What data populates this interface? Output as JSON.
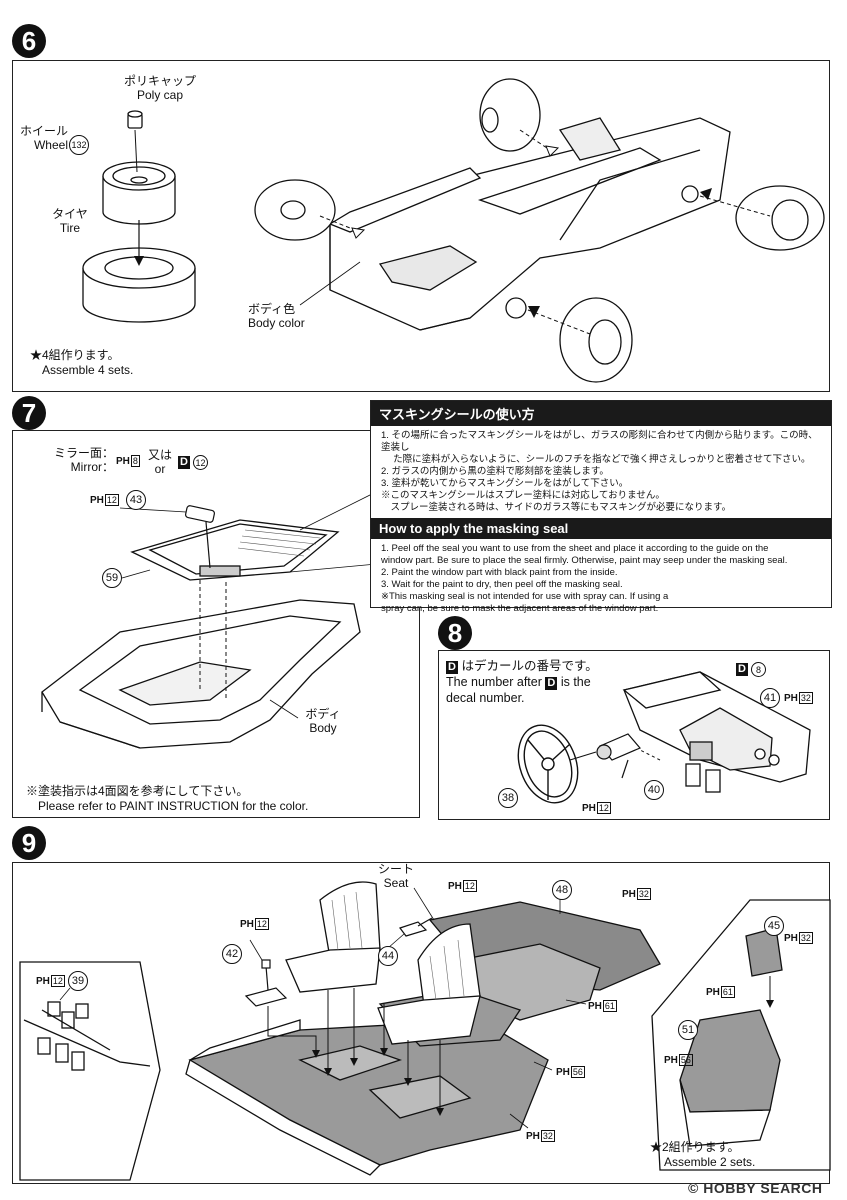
{
  "steps": {
    "s6": "6",
    "s7": "7",
    "s8": "8",
    "s9": "9"
  },
  "step6": {
    "polycap_jp": "ポリキャップ",
    "polycap_en": "Poly cap",
    "wheel_jp": "ホイール",
    "wheel_en": "Wheel",
    "wheel_num": "132",
    "tire_jp": "タイヤ",
    "tire_en": "Tire",
    "body_jp": "ボディ色",
    "body_en": "Body color",
    "note_jp": "★4組作ります。",
    "note_en": "Assemble 4 sets."
  },
  "step7": {
    "mirror_jp": "ミラー面：",
    "mirror_en": "Mirror：",
    "mirror_ph": "PH",
    "mirror_ph_num": "8",
    "mirror_or_jp": "又は",
    "mirror_or_en": "or",
    "mirror_d": "D",
    "mirror_d_num": "12",
    "ph12": "PH",
    "ph12_num": "12",
    "part43": "43",
    "part59": "59",
    "body_jp": "ボディ",
    "body_en": "Body",
    "note_jp": "※塗装指示は4面図を参考にして下さい。",
    "note_en": "Please refer to PAINT INSTRUCTION for the color."
  },
  "masking": {
    "title_jp": "マスキングシールの使い方",
    "jp_items": [
      "1. その場所に合ったマスキングシールをはがし、ガラスの彫刻に合わせて内側から貼ります。この時、塗装し",
      "　 た際に塗料が入らないように、シールのフチを指などで強く押さえしっかりと密着させて下さい。",
      "2. ガラスの内側から黒の塗料で彫刻部を塗装します。",
      "3. 塗料が乾いてからマスキングシールをはがして下さい。",
      "※このマスキングシールはスプレー塗料には対応しておりません。",
      "　スプレー塗装される時は、サイドのガラス等にもマスキングが必要になります。"
    ],
    "title_en": "How to apply the masking seal",
    "en_items": [
      "1. Peel off the seal you want to use from the sheet and place it according to the guide on the",
      "    window part. Be sure to place the seal firmly. Otherwise, paint may seep under the masking seal.",
      "2. Paint the window part with black paint from the inside.",
      "3. Wait for the paint to dry, then peel off the masking seal.",
      "※This masking seal is not intended for use with spray can. If using a",
      "   spray can, be sure to mask the adjacent areas of the window part."
    ]
  },
  "step8": {
    "d_label": "D",
    "d_text_jp": "はデカールの番号です。",
    "d_text_en1": "The number after",
    "d_text_en2": "is the",
    "d_text_en3": "decal number.",
    "d8": "D",
    "d8_num": "8",
    "part41": "41",
    "ph32": "PH",
    "ph32_num": "32",
    "part38": "38",
    "part40": "40",
    "ph12": "PH",
    "ph12_num": "12"
  },
  "step9": {
    "seat_jp": "シート",
    "seat_en": "Seat",
    "ph12a": "PH",
    "ph12a_num": "12",
    "ph12b": "PH",
    "ph12b_num": "12",
    "ph12c": "PH",
    "ph12c_num": "12",
    "part39": "39",
    "part42": "42",
    "part44": "44",
    "part48": "48",
    "ph32a": "PH",
    "ph32a_num": "32",
    "ph61a": "PH",
    "ph61a_num": "61",
    "ph56a": "PH",
    "ph56a_num": "56",
    "ph32b": "PH",
    "ph32b_num": "32",
    "part45": "45",
    "ph32c": "PH",
    "ph32c_num": "32",
    "ph61b": "PH",
    "ph61b_num": "61",
    "part51": "51",
    "ph56b": "PH",
    "ph56b_num": "56",
    "note_jp": "★2組作ります。",
    "note_en": "Assemble 2 sets."
  },
  "watermark": "© HOBBY SEARCH"
}
